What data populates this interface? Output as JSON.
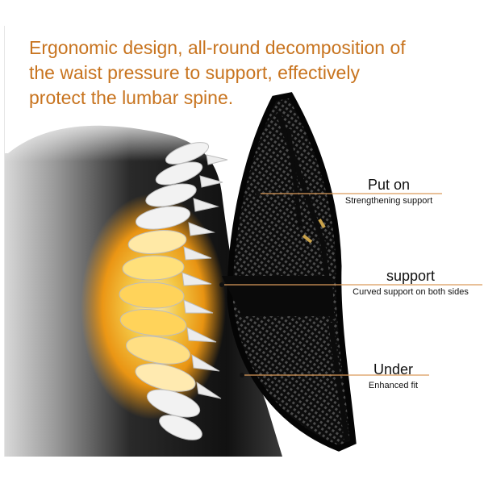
{
  "headline": {
    "line1": "Ergonomic design, all-round decomposition of",
    "line2": "the waist pressure to support, effectively",
    "line3": "protect the lumbar spine."
  },
  "callouts": [
    {
      "title": "Put on",
      "subtitle": "Strengthening support"
    },
    {
      "title": "support",
      "subtitle": "Curved support on both sides"
    },
    {
      "title": "Under",
      "subtitle": "Enhanced fit"
    }
  ],
  "colors": {
    "headline": "#c8741f",
    "glow": "#f7a21a",
    "leader_line": "#d99a5a",
    "mesh": "#141414"
  }
}
